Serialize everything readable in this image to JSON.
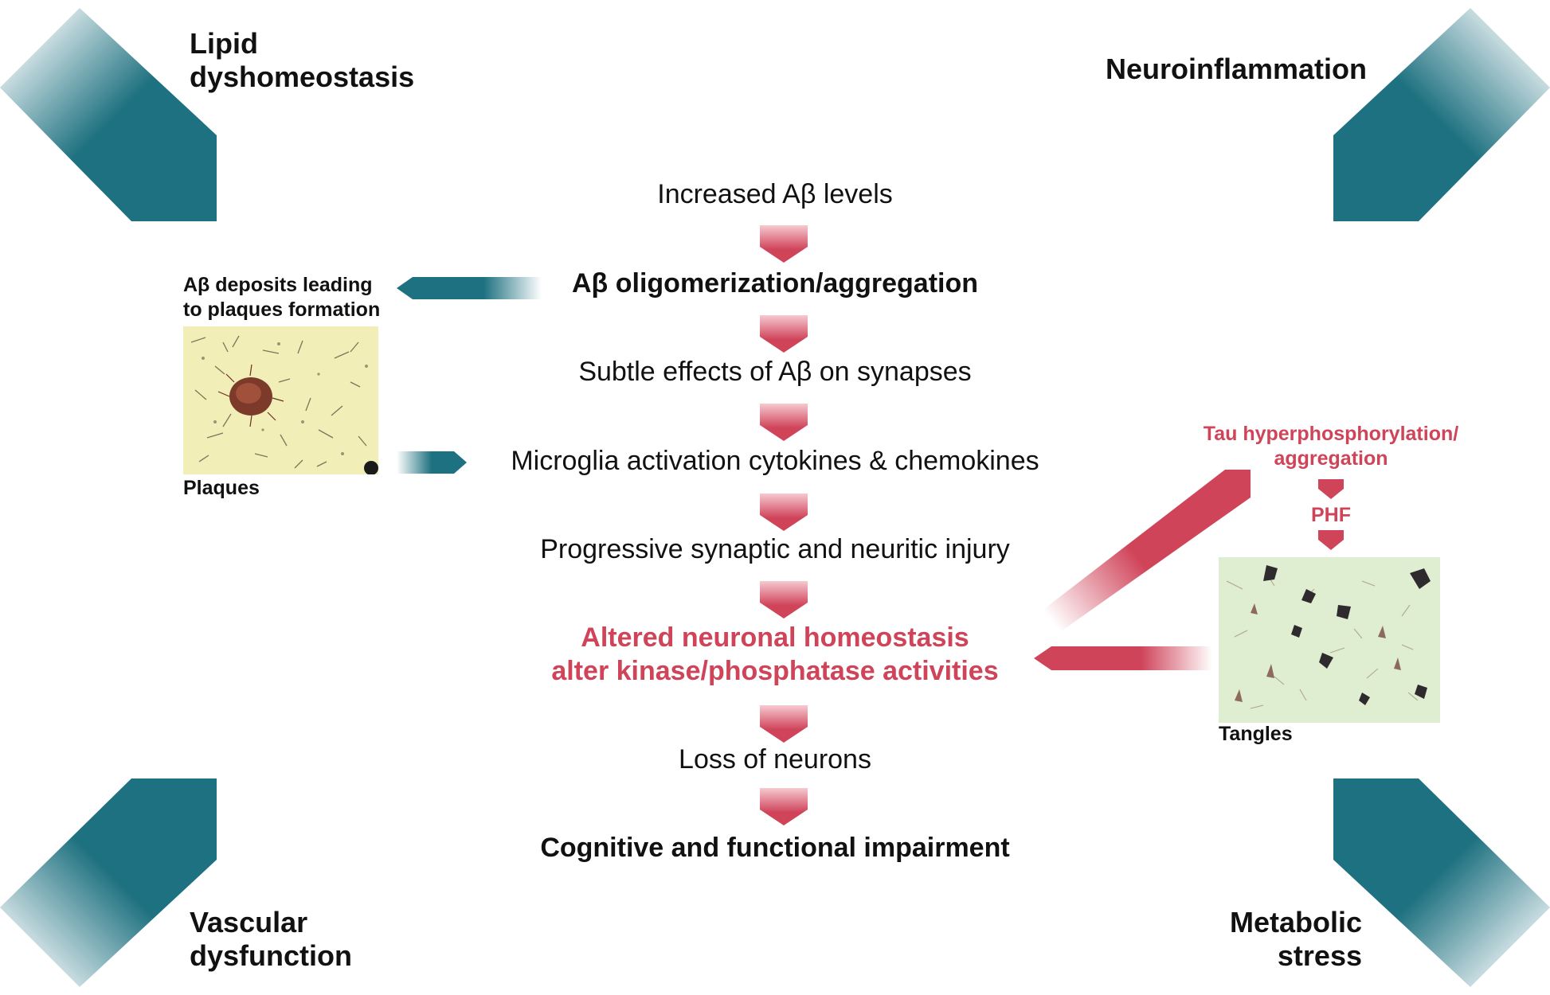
{
  "corners": {
    "top_left": "Lipid\ndyshomeostasis",
    "top_right": "Neuroinflammation",
    "bottom_left": "Vascular\ndysfunction",
    "bottom_right": "Metabolic\nstress"
  },
  "cascade": [
    "Increased Aβ levels",
    "Aβ oligomerization/aggregation",
    "Subtle effects of Aβ on synapses",
    "Microglia activation cytokines & chemokines",
    "Progressive synaptic and neuritic injury",
    "Altered neuronal homeostasis\nalter kinase/phosphatase activities",
    "Loss of neurons",
    "Cognitive and functional impairment"
  ],
  "plaques": {
    "heading": "Aβ deposits leading\nto plaques formation",
    "caption": "Plaques"
  },
  "tangles": {
    "tau": "Tau hyperphosphorylation/\naggregation",
    "phf": "PHF",
    "caption": "Tangles"
  },
  "colors": {
    "teal": "#1e7180",
    "red_arrow": "#d0445a",
    "red_text": "#cf4459",
    "plaque_bg": "#f1eeb8",
    "tangle_bg": "#dfeed0"
  }
}
